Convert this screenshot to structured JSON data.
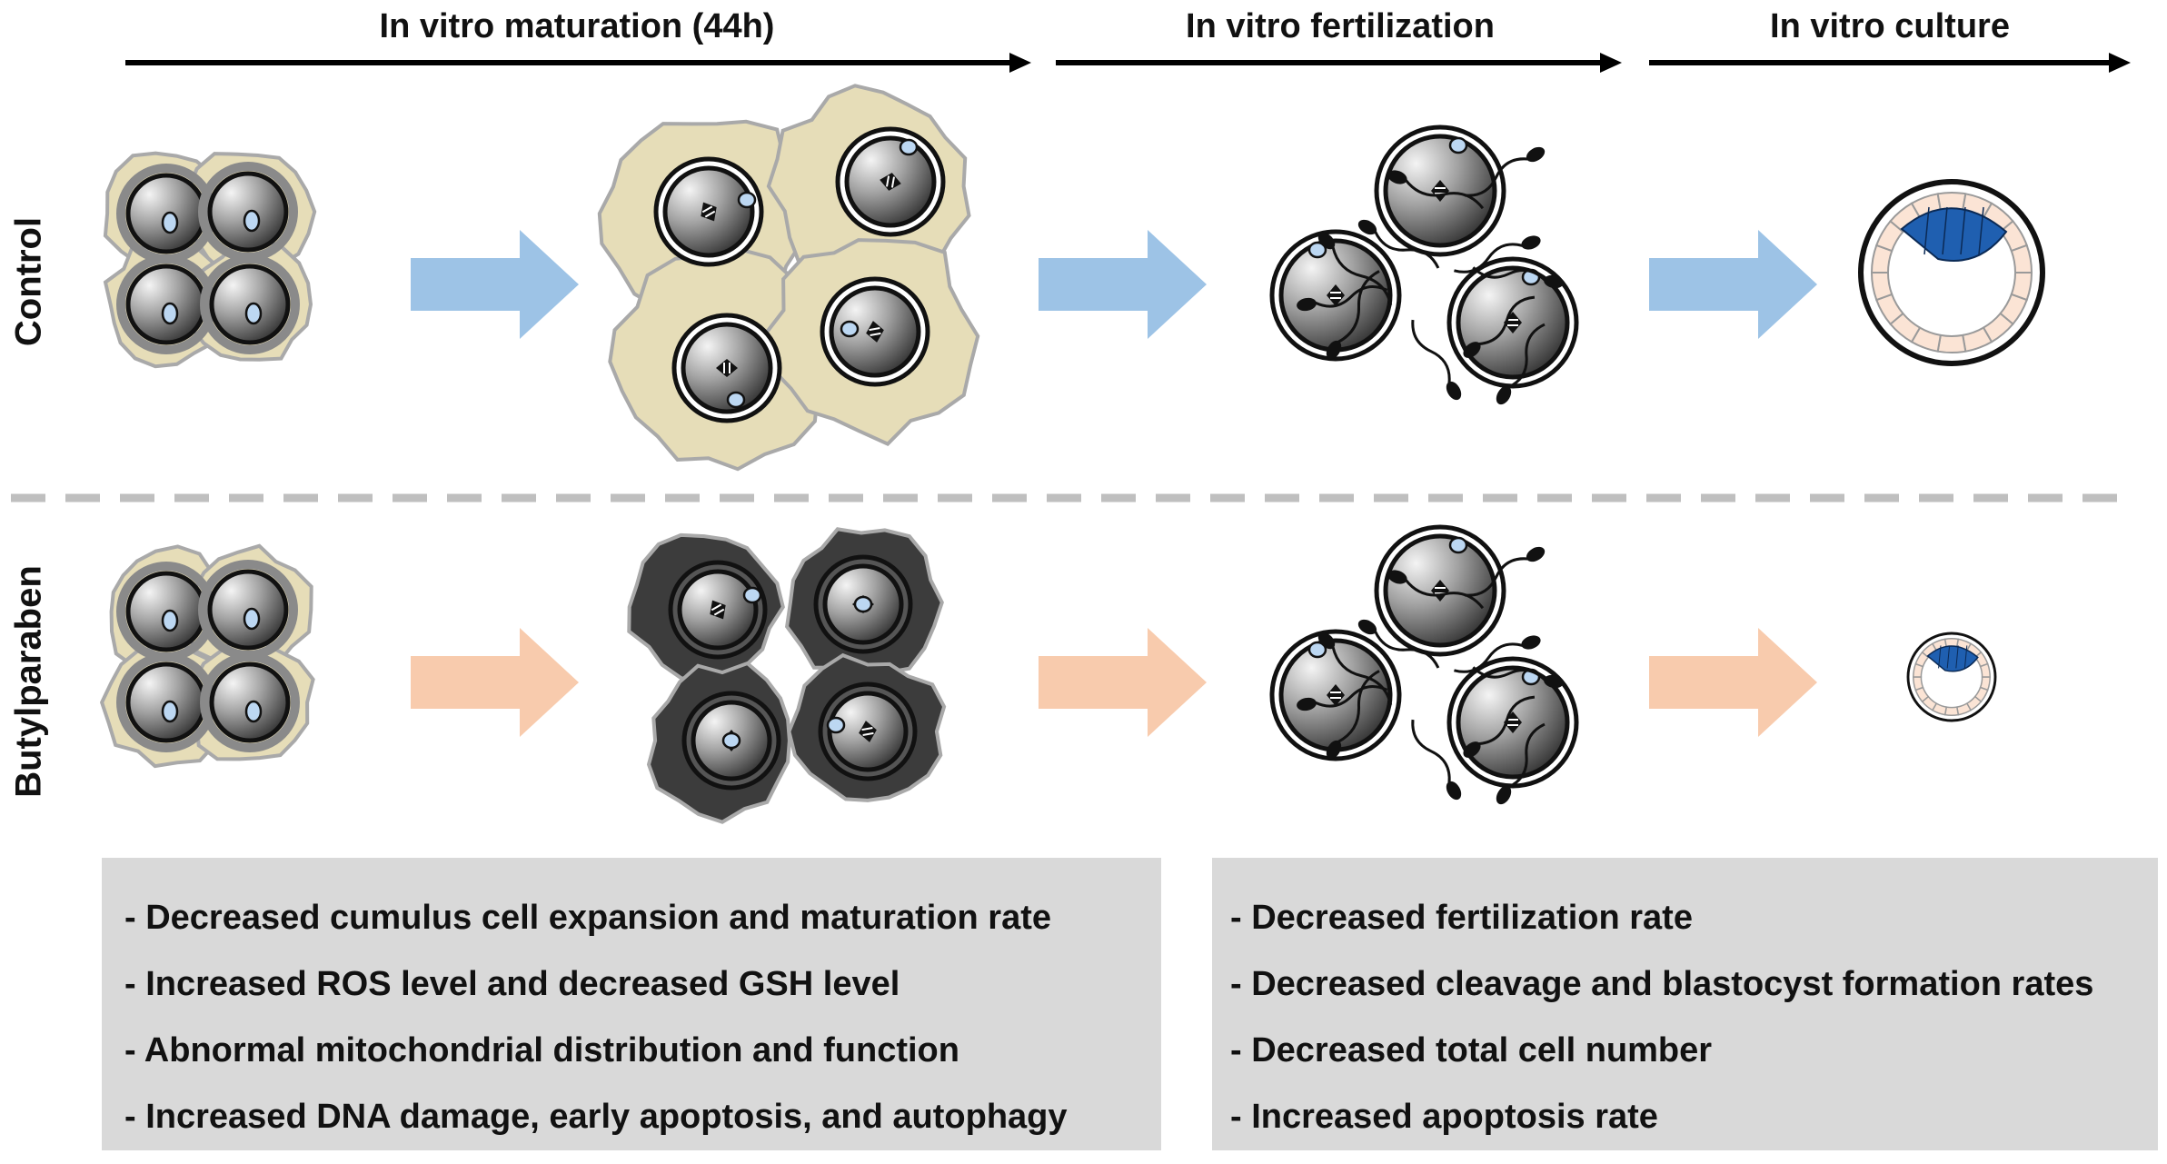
{
  "stages": [
    {
      "key": "ivm",
      "title": "In vitro maturation (44h)"
    },
    {
      "key": "ivf",
      "title": "In vitro fertilization"
    },
    {
      "key": "ivc",
      "title": "In vitro culture"
    }
  ],
  "rows": {
    "control": {
      "label": "Control"
    },
    "treatment": {
      "label": "Butylparaben"
    }
  },
  "effects": {
    "left": [
      "- Decreased cumulus cell expansion and maturation rate",
      "- Increased ROS level and decreased GSH level",
      "- Abnormal mitochondrial distribution and function",
      "- Increased DNA damage, early apoptosis, and autophagy"
    ],
    "right": [
      "- Decreased fertilization rate",
      "- Decreased cleavage and blastocyst formation rates",
      "- Decreased total cell number",
      "- Increased apoptosis rate"
    ]
  },
  "colors": {
    "control_arrow": "#9dc3e6",
    "treatment_arrow": "#f8cbad",
    "cumulus_fill": "#e6ddb8",
    "degenerated_cumulus": "#3c3c3c",
    "icm_blue": "#1f5fb0",
    "trophectoderm": "#fbe4d5",
    "effects_box": "#d9d9d9",
    "divider": "#bfbfbf"
  },
  "icons": [
    "timeline-arrow-icon",
    "process-arrow-icon",
    "oocyte-icon",
    "cumulus-cell-icon",
    "sperm-icon",
    "blastocyst-icon"
  ]
}
